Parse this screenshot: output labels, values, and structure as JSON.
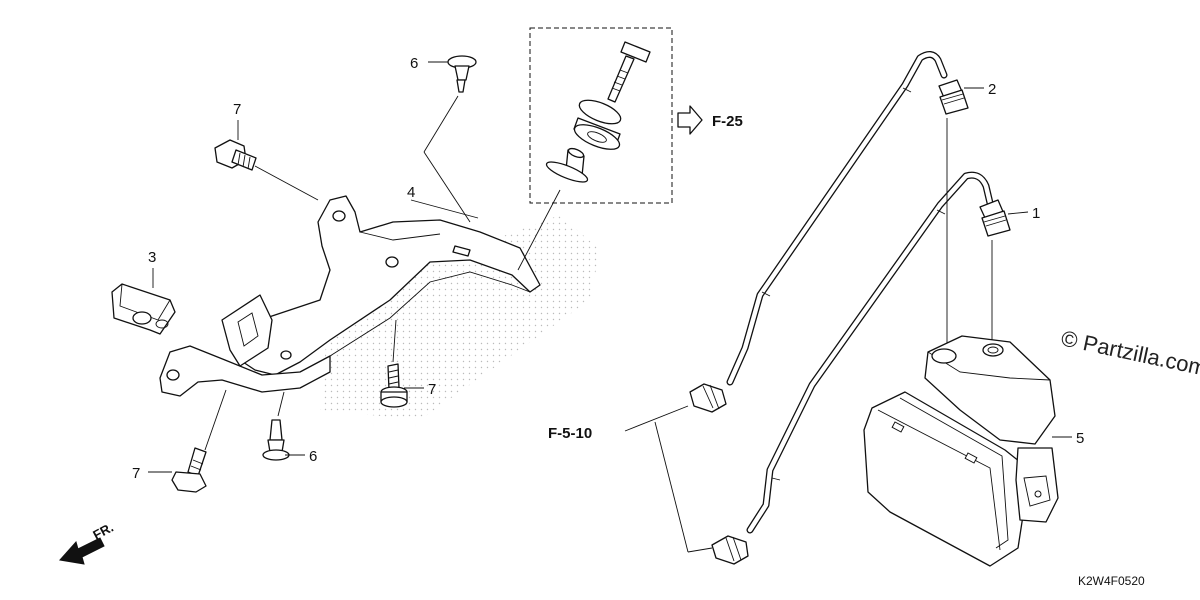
{
  "diagram": {
    "code": "K2W4F0520",
    "watermark": "© Partzilla.com",
    "front_indicator": "FR.",
    "references": {
      "f25": "F-25",
      "f510": "F-5-10"
    },
    "callouts": {
      "c1": "1",
      "c2": "2",
      "c3": "3",
      "c4": "4",
      "c5": "5",
      "c6a": "6",
      "c6b": "6",
      "c7a": "7",
      "c7b": "7",
      "c7c": "7"
    }
  }
}
